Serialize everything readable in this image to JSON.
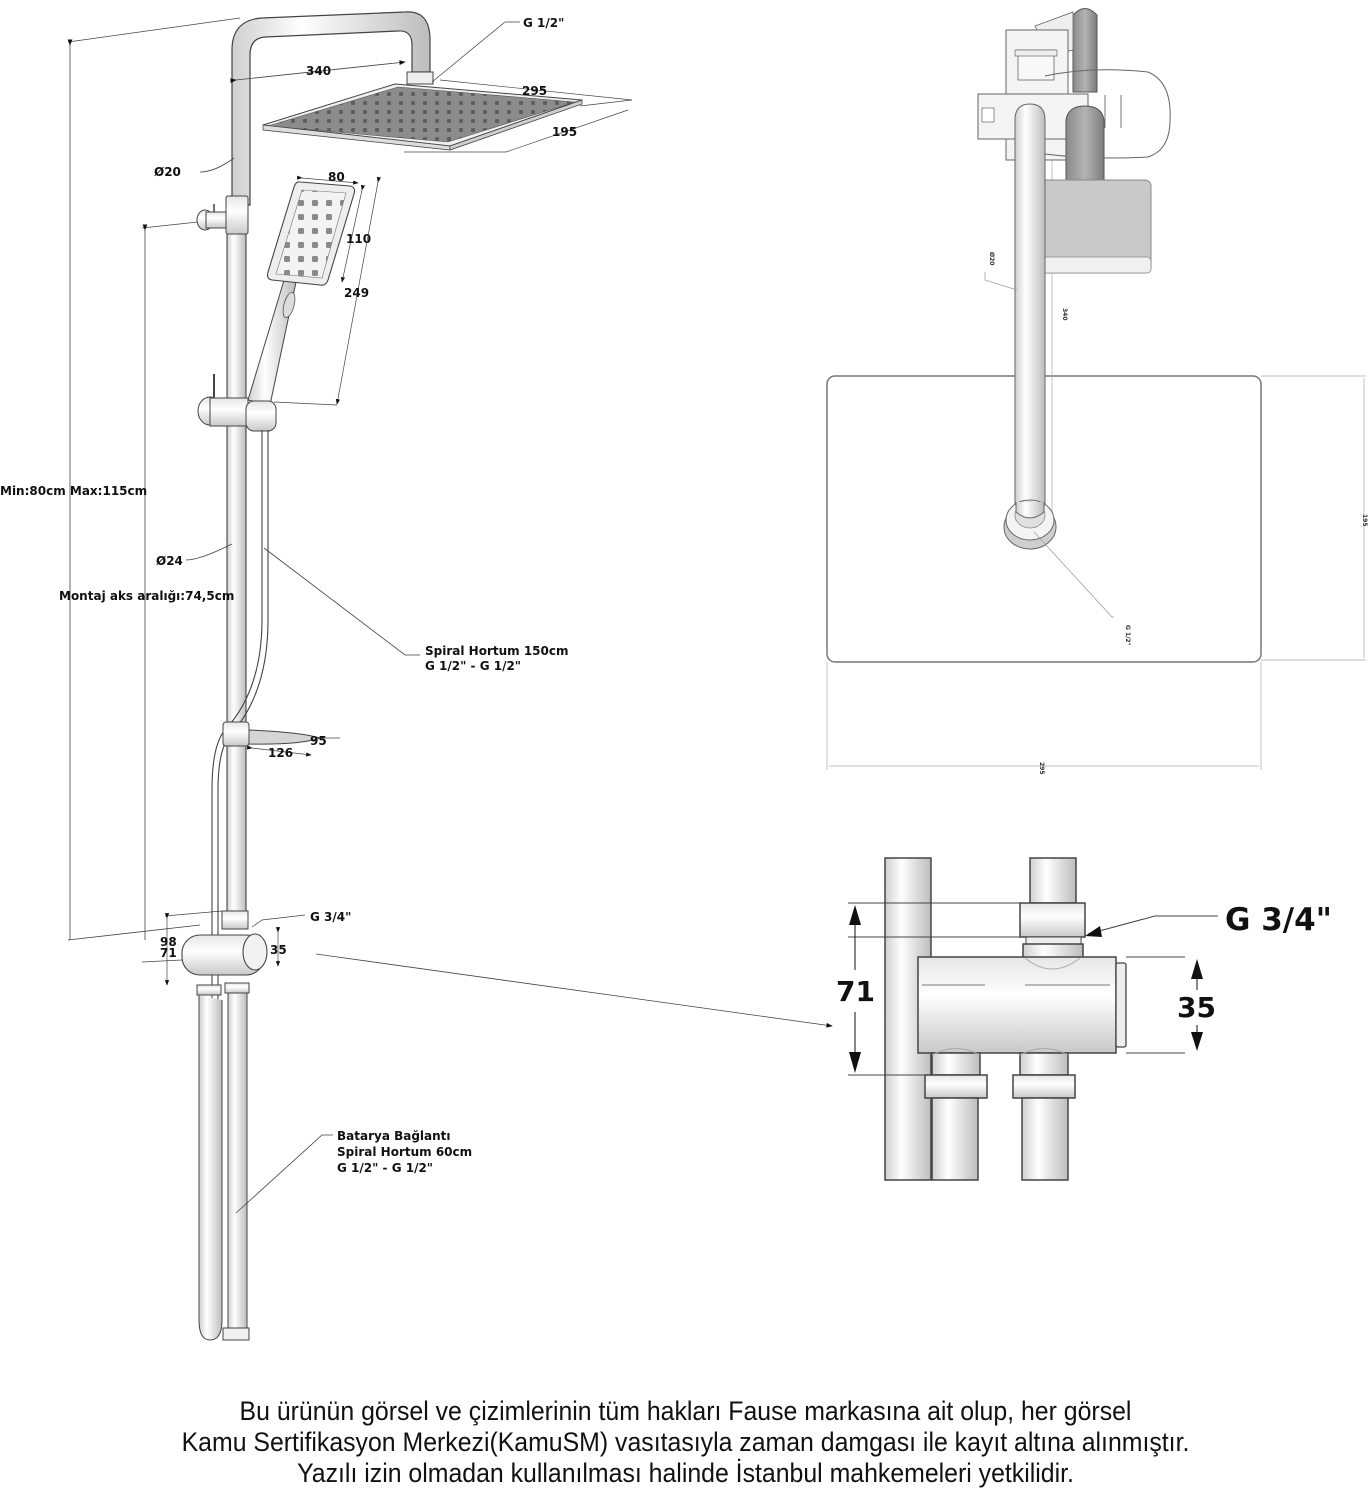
{
  "side_view": {
    "title": "Shower column side view",
    "labels": {
      "overhead_arm": "340",
      "connector_thread": "G 1/2\"",
      "head_length": "295",
      "head_width": "195",
      "pipe_upper_diameter": "Ø20",
      "handshower_width": "80",
      "handshower_head_length": "110",
      "handshower_total_length": "249",
      "height_range": "Min:80cm Max:115cm",
      "pipe_lower_diameter": "Ø24",
      "mount_spacing": "Montaj aks aralığı:74,5cm",
      "spiral_hose": [
        "Spiral Hortum 150cm",
        "G 1/2\" - G 1/2\""
      ],
      "shelf_depth": "95",
      "shelf_width": "126",
      "diverter_thread": "G 3/4\"",
      "diverter_height_total": "98",
      "diverter_height": "71",
      "diverter_diameter": "35",
      "battery_hose": [
        "Batarya Bağlantı",
        "Spiral Hortum 60cm",
        "G 1/2\" - G 1/2\""
      ]
    }
  },
  "top_view": {
    "title": "Shower head top view",
    "labels": {
      "pipe_diameter": "Ø20",
      "arm_length": "340",
      "head_depth": "195",
      "head_width": "295",
      "thread": "G 1/2\""
    }
  },
  "detail_view": {
    "title": "Diverter detail",
    "labels": {
      "thread": "G 3/4\"",
      "height": "71",
      "diameter": "35"
    }
  },
  "footer": {
    "lines": [
      "Bu ürünün görsel ve çizimlerinin tüm hakları Fause markasına ait olup, her görsel",
      "Kamu Sertifikasyon Merkezi(KamuSM) vasıtasıyla zaman damgası ile kayıt altına alınmıştır.",
      "Yazılı izin olmadan kullanılması halinde İstanbul mahkemeleri yetkilidir."
    ]
  }
}
